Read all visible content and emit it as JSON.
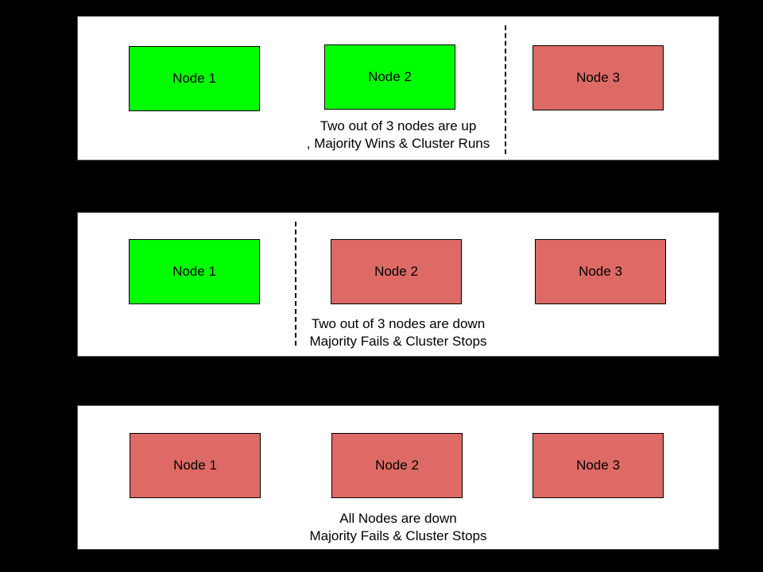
{
  "colors": {
    "canvas_background": "#000000",
    "panel_background": "#ffffff",
    "node_up": "#00ff00",
    "node_down": "#dd6a64",
    "node_border": "#000000",
    "text": "#000000"
  },
  "panels": [
    {
      "name": "two-nodes-up",
      "nodes": [
        {
          "label": "Node 1",
          "state": "up"
        },
        {
          "label": "Node 2",
          "state": "up"
        },
        {
          "label": "Node 3",
          "state": "down"
        }
      ],
      "has_divider": true,
      "caption": [
        "Two out of 3 nodes are up",
        ", Majority Wins & Cluster Runs"
      ]
    },
    {
      "name": "two-nodes-down",
      "nodes": [
        {
          "label": "Node 1",
          "state": "up"
        },
        {
          "label": "Node 2",
          "state": "down"
        },
        {
          "label": "Node 3",
          "state": "down"
        }
      ],
      "has_divider": true,
      "caption": [
        "Two out of 3 nodes are down",
        "Majority Fails & Cluster Stops"
      ]
    },
    {
      "name": "all-nodes-down",
      "nodes": [
        {
          "label": "Node 1",
          "state": "down"
        },
        {
          "label": "Node 2",
          "state": "down"
        },
        {
          "label": "Node 3",
          "state": "down"
        }
      ],
      "has_divider": false,
      "caption": [
        "All Nodes are down",
        "Majority Fails & Cluster Stops"
      ]
    }
  ]
}
